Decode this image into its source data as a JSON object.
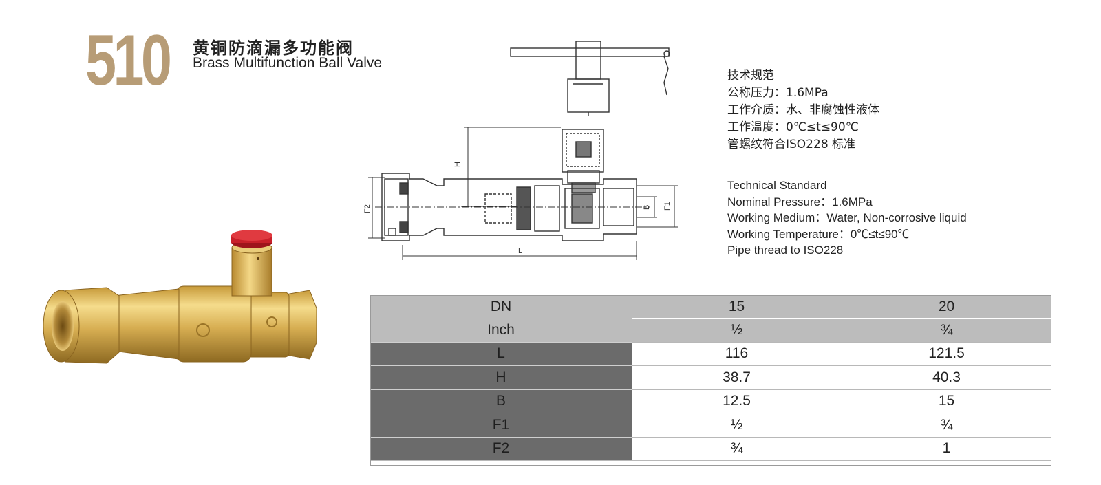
{
  "header": {
    "model_number": "510",
    "title_cn": "黄铜防滴漏多功能阀",
    "title_en": "Brass Multifunction Ball Valve"
  },
  "drawing_labels": {
    "h": "H",
    "l": "L",
    "b": "B",
    "f1": "F1",
    "f2": "F2"
  },
  "spec_cn": [
    "技术规范",
    "公称压力：1.6MPa",
    "工作介质：水、非腐蚀性液体",
    "工作温度：0℃≤t≤90℃",
    "管螺纹符合ISO228 标准"
  ],
  "spec_en": [
    "Technical Standard",
    "Nominal Pressure：1.6MPa",
    "Working Medium：Water, Non-corrosive liquid",
    "Working Temperature：0℃≤t≤90℃",
    "Pipe thread to ISO228"
  ],
  "table": {
    "header_rows": [
      {
        "label": "DN",
        "values": [
          "15",
          "20"
        ]
      },
      {
        "label": "Inch",
        "values": [
          "½",
          "¾"
        ]
      }
    ],
    "rows": [
      {
        "label": "L",
        "values": [
          "116",
          "121.5"
        ]
      },
      {
        "label": "H",
        "values": [
          "38.7",
          "40.3"
        ]
      },
      {
        "label": "B",
        "values": [
          "12.5",
          "15"
        ]
      },
      {
        "label": "F1",
        "values": [
          "½",
          "¾"
        ]
      },
      {
        "label": "F2",
        "values": [
          "¾",
          "1"
        ]
      }
    ]
  },
  "colors": {
    "model_number": "#b79c76",
    "brass": "#d9b553",
    "cap_red": "#c8202a",
    "table_header": "#bcbcbc",
    "table_label_dark": "#6b6b6b"
  }
}
